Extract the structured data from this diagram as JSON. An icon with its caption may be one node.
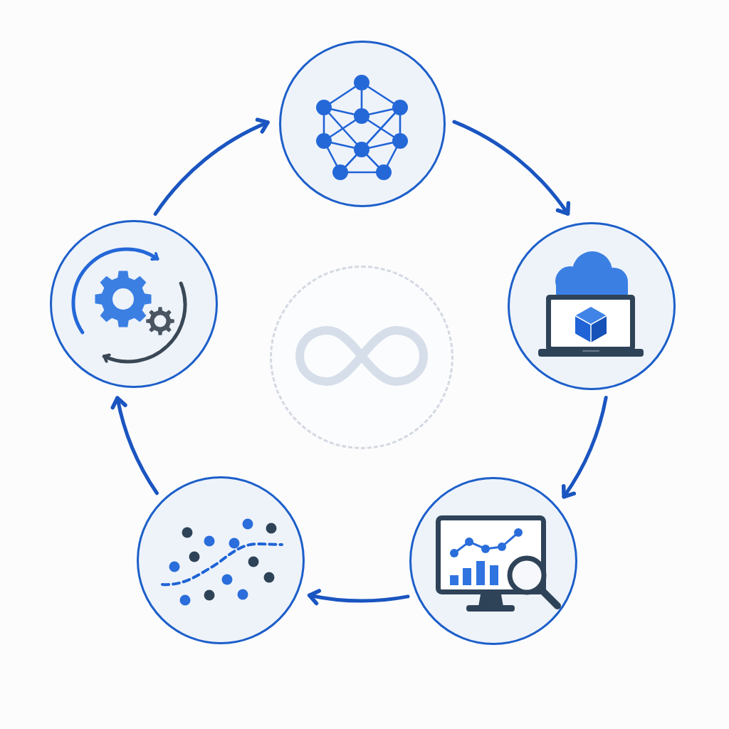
{
  "diagram": {
    "nodes": [
      {
        "text": [],
        "shape": "circle"
      },
      {
        "text": [],
        "shape": "circle"
      },
      {
        "text": [],
        "shape": "circle"
      },
      {
        "text": [],
        "shape": "circle"
      },
      {
        "text": [],
        "shape": "circle"
      },
      {
        "text": [],
        "shape": "circle"
      }
    ],
    "edges": [
      {
        "from": 0,
        "to": 1,
        "arrow": "to"
      },
      {
        "from": 1,
        "to": 2,
        "arrow": "to"
      },
      {
        "from": 2,
        "to": 3,
        "arrow": "to"
      },
      {
        "from": 3,
        "to": 4,
        "arrow": "to"
      },
      {
        "from": 4,
        "to": 0,
        "arrow": "to"
      }
    ]
  }
}
